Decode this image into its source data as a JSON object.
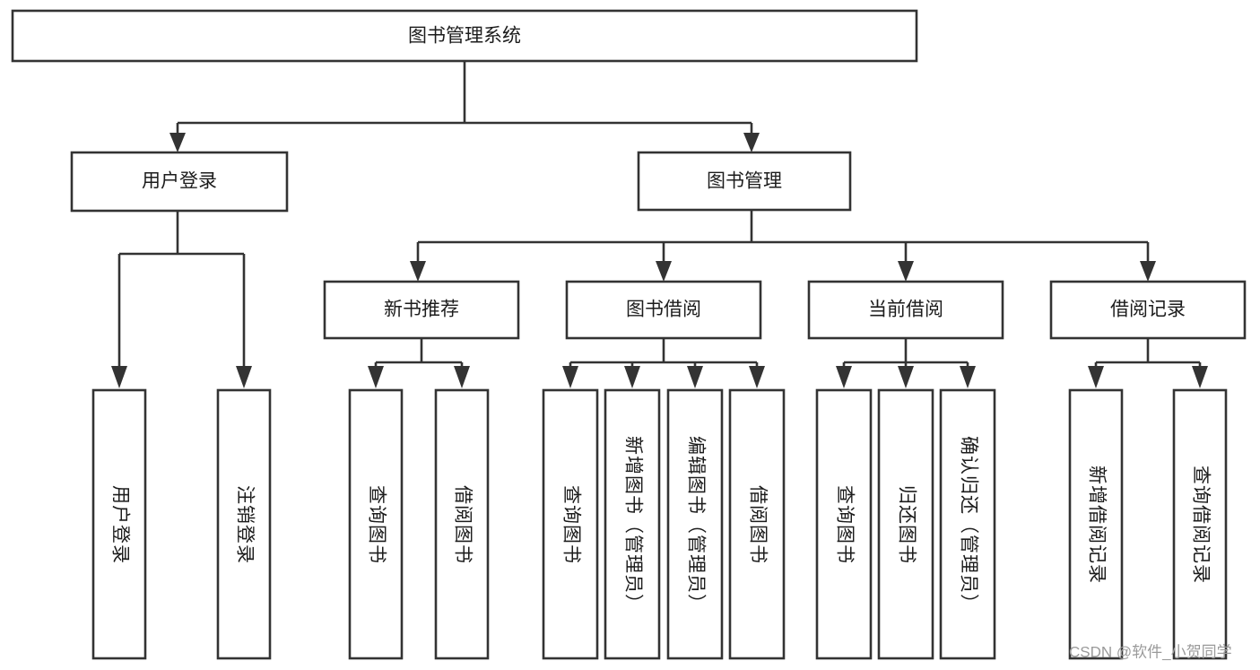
{
  "diagram": {
    "type": "tree-hierarchy",
    "title": "图书管理系统",
    "orientation": "top-down",
    "colors": {
      "background": "#ffffff",
      "box_stroke": "#333333",
      "connector": "#333333",
      "text": "#1c1c1c",
      "watermark": "#9a9a9a"
    },
    "root": {
      "label": "图书管理系统",
      "text_direction": "horizontal"
    },
    "level2": [
      {
        "label": "用户登录",
        "text_direction": "horizontal"
      },
      {
        "label": "图书管理",
        "text_direction": "horizontal"
      }
    ],
    "level3": [
      {
        "label": "新书推荐",
        "text_direction": "horizontal",
        "parent": "图书管理"
      },
      {
        "label": "图书借阅",
        "text_direction": "horizontal",
        "parent": "图书管理"
      },
      {
        "label": "当前借阅",
        "text_direction": "horizontal",
        "parent": "图书管理"
      },
      {
        "label": "借阅记录",
        "text_direction": "horizontal",
        "parent": "图书管理"
      }
    ],
    "leaves": {
      "用户登录": [
        {
          "label": "用户登录",
          "text_direction": "vertical"
        },
        {
          "label": "注销登录",
          "text_direction": "vertical"
        }
      ],
      "新书推荐": [
        {
          "label": "查询图书",
          "text_direction": "vertical"
        },
        {
          "label": "借阅图书",
          "text_direction": "vertical"
        }
      ],
      "图书借阅": [
        {
          "label": "查询图书",
          "text_direction": "vertical"
        },
        {
          "label": "新增图书（管理员）",
          "text_direction": "vertical"
        },
        {
          "label": "编辑图书（管理员）",
          "text_direction": "vertical"
        },
        {
          "label": "借阅图书",
          "text_direction": "vertical"
        }
      ],
      "当前借阅": [
        {
          "label": "查询图书",
          "text_direction": "vertical"
        },
        {
          "label": "归还图书",
          "text_direction": "vertical"
        },
        {
          "label": "确认归还（管理员）",
          "text_direction": "vertical"
        }
      ],
      "借阅记录": [
        {
          "label": "新增借阅记录",
          "text_direction": "vertical"
        },
        {
          "label": "查询借阅记录",
          "text_direction": "vertical"
        }
      ]
    }
  },
  "watermark": {
    "text": "CSDN @软件_小贺同学"
  }
}
